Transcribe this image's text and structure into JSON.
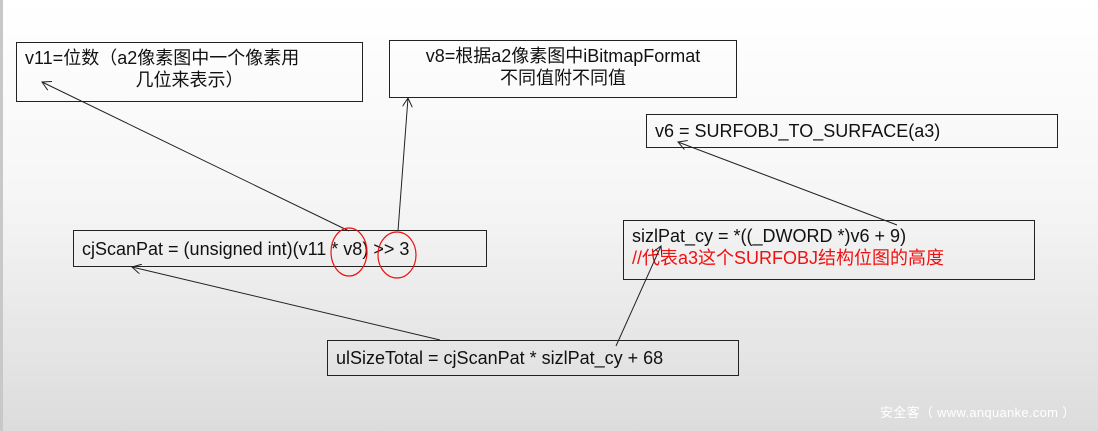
{
  "boxes": {
    "v11": {
      "line1": "v11=位数（a2像素图中一个像素用",
      "line2": "几位来表示）"
    },
    "v8": {
      "line1": "v8=根据a2像素图中iBitmapFormat",
      "line2": "不同值附不同值"
    },
    "v6": {
      "text": "v6 = SURFOBJ_TO_SURFACE(a3)"
    },
    "cjscanpat": {
      "text": "cjScanPat = (unsigned int)(v11 * v8) >> 3"
    },
    "sizlpat": {
      "line1": "sizlPat_cy = *((_DWORD *)v6 + 9)",
      "comment": "//代表a3这个SURFOBJ结构位图的高度"
    },
    "ulsize": {
      "text": "ulSizeTotal = cjScanPat * sizlPat_cy + 68"
    }
  },
  "watermark": "安全客（ www.anquanke.com ）",
  "colors": {
    "highlight": "#f01010",
    "line": "#222222"
  }
}
